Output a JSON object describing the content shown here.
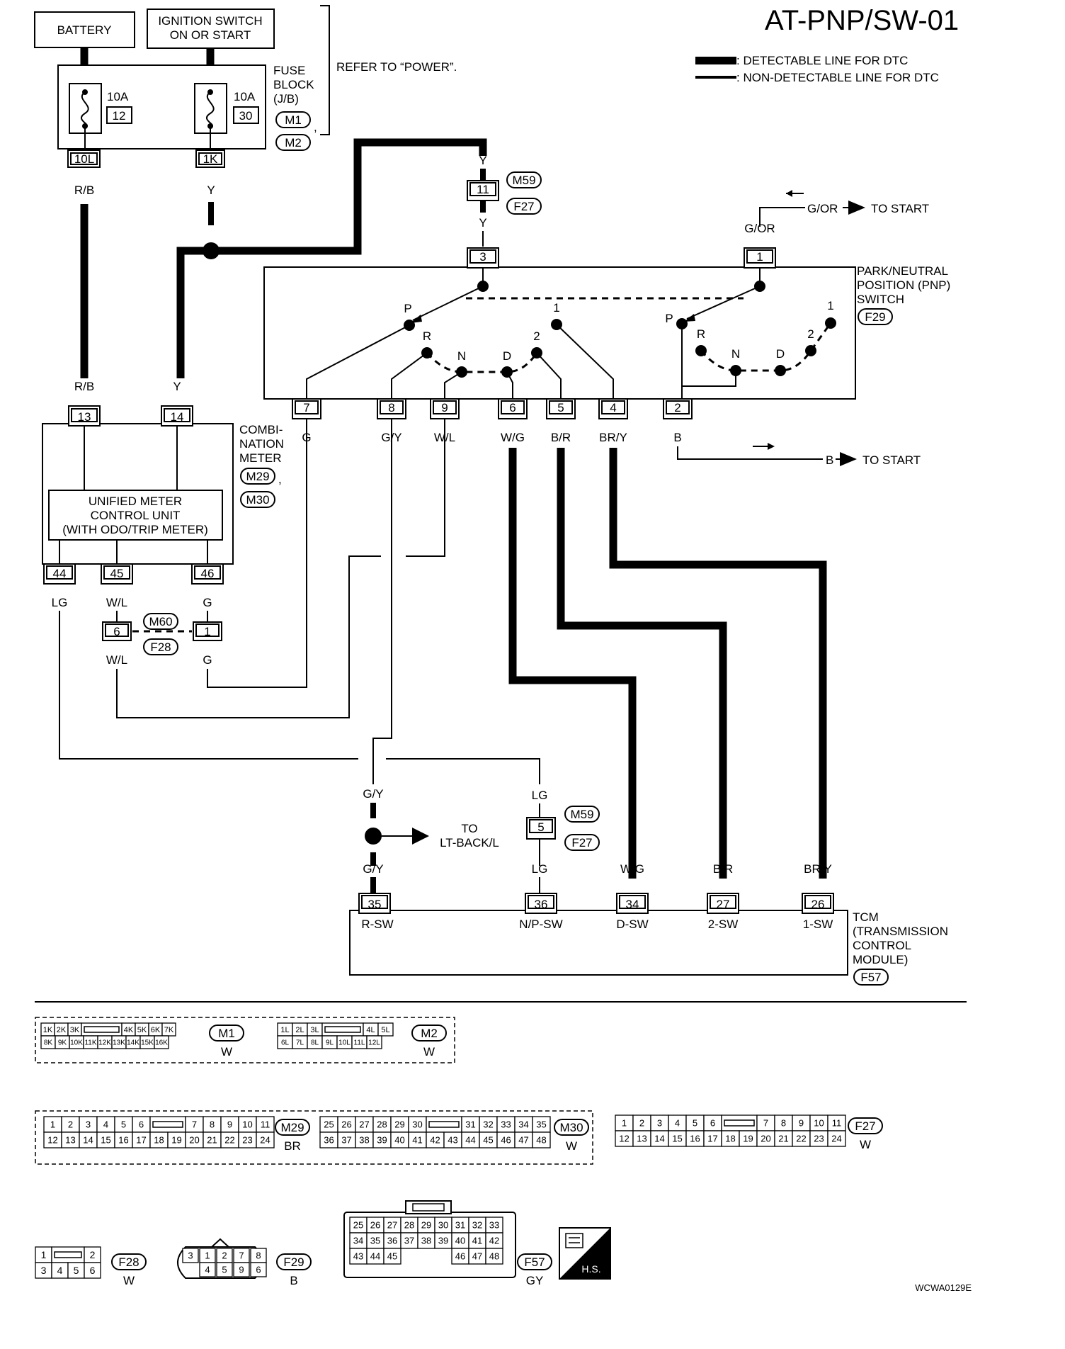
{
  "title": "AT-PNP/SW-01",
  "legend": {
    "detectable": ": DETECTABLE LINE FOR DTC",
    "non_detectable": ": NON-DETECTABLE LINE FOR DTC"
  },
  "power": {
    "battery": "BATTERY",
    "ignition_line1": "IGNITION SWITCH",
    "ignition_line2": "ON OR START",
    "refer": "REFER TO “POWER”.",
    "fuse_block_line1": "FUSE",
    "fuse_block_line2": "BLOCK",
    "fuse_block_line3": "(J/B)",
    "fuse_block_conn1": "M1",
    "fuse_block_conn2": "M2",
    "fuse_block_comma": ",",
    "fuse1_amp": "10A",
    "fuse1_num": "12",
    "fuse2_amp": "10A",
    "fuse2_num": "30",
    "term1": "10L",
    "term2": "1K",
    "wire1": "R/B",
    "wire2": "Y"
  },
  "joint_connector": {
    "wire_top": "Y",
    "pin": "11",
    "conn1": "M59",
    "conn2": "F27",
    "wire_bottom": "Y"
  },
  "to_start_top": {
    "wire": "G/OR",
    "label": "G/OR",
    "dest": "TO START"
  },
  "pnp_switch": {
    "name_line1": "PARK/NEUTRAL",
    "name_line2": "POSITION (PNP)",
    "name_line3": "SWITCH",
    "conn": "F29",
    "top_pins": [
      "3",
      "1"
    ],
    "bottom_pins": [
      "7",
      "8",
      "9",
      "6",
      "5",
      "4",
      "2"
    ],
    "bottom_wires": [
      "G",
      "G/Y",
      "W/L",
      "W/G",
      "B/R",
      "BR/Y",
      "B"
    ],
    "left_positions": [
      "P",
      "R",
      "N",
      "D",
      "2",
      "1"
    ],
    "right_positions": [
      "P",
      "R",
      "N",
      "D",
      "2",
      "1"
    ]
  },
  "to_start_bottom": {
    "label": "B",
    "dest": "TO START"
  },
  "combination_meter": {
    "name_line1": "COMBI-",
    "name_line2": "NATION",
    "name_line3": "METER",
    "conn1": "M29",
    "conn2": "M30",
    "comma": ",",
    "top_pins": [
      "13",
      "14"
    ],
    "top_wires": [
      "R/B",
      "Y"
    ],
    "unit_line1": "UNIFIED METER",
    "unit_line2": "CONTROL UNIT",
    "unit_line3": "(WITH ODO/TRIP METER)",
    "bottom_pins": [
      "44",
      "45",
      "46"
    ],
    "bottom_wires": [
      "LG",
      "W/L",
      "G"
    ]
  },
  "mid_connector": {
    "pin_left": "6",
    "pin_right": "1",
    "conn1": "M60",
    "conn2": "F28",
    "wire_left": "W/L",
    "wire_right": "G"
  },
  "back_lamp": {
    "wire_top": "G/Y",
    "wire_bottom": "G/Y",
    "dest_line1": "TO",
    "dest_line2": "LT-BACK/L"
  },
  "lg_connector": {
    "wire_top": "LG",
    "pin": "5",
    "conn1": "M59",
    "conn2": "F27",
    "wire_bottom": "LG"
  },
  "tcm": {
    "name_line1": "TCM",
    "name_line2": "(TRANSMISSION",
    "name_line3": "CONTROL",
    "name_line4": "MODULE)",
    "conn": "F57",
    "pins": [
      "35",
      "36",
      "34",
      "27",
      "26"
    ],
    "wires": [
      "G/Y",
      "LG",
      "W/G",
      "B/R",
      "BR/Y"
    ],
    "labels": [
      "R-SW",
      "N/P-SW",
      "D-SW",
      "2-SW",
      "1-SW"
    ]
  },
  "connectors": {
    "m1": {
      "name": "M1",
      "color": "W",
      "row1": [
        "1K",
        "2K",
        "3K",
        "",
        "4K",
        "5K",
        "6K",
        "7K"
      ],
      "row2": [
        "8K",
        "9K",
        "10K",
        "11K",
        "12K",
        "13K",
        "14K",
        "15K",
        "16K"
      ]
    },
    "m2": {
      "name": "M2",
      "color": "W",
      "row1": [
        "1L",
        "2L",
        "3L",
        "",
        "4L",
        "5L"
      ],
      "row2": [
        "6L",
        "7L",
        "8L",
        "9L",
        "10L",
        "11L",
        "12L"
      ]
    },
    "m29": {
      "name": "M29",
      "color": "BR",
      "row1": [
        "1",
        "2",
        "3",
        "4",
        "5",
        "6",
        "",
        "7",
        "8",
        "9",
        "10",
        "11"
      ],
      "row2": [
        "12",
        "13",
        "14",
        "15",
        "16",
        "17",
        "18",
        "19",
        "20",
        "21",
        "22",
        "23",
        "24"
      ]
    },
    "m30": {
      "name": "M30",
      "color": "W",
      "row1": [
        "25",
        "26",
        "27",
        "28",
        "29",
        "30",
        "",
        "31",
        "32",
        "33",
        "34",
        "35"
      ],
      "row2": [
        "36",
        "37",
        "38",
        "39",
        "40",
        "41",
        "42",
        "43",
        "44",
        "45",
        "46",
        "47",
        "48"
      ]
    },
    "f27": {
      "name": "F27",
      "color": "W",
      "row1": [
        "1",
        "2",
        "3",
        "4",
        "5",
        "6",
        "",
        "7",
        "8",
        "9",
        "10",
        "11"
      ],
      "row2": [
        "12",
        "13",
        "14",
        "15",
        "16",
        "17",
        "18",
        "19",
        "20",
        "21",
        "22",
        "23",
        "24"
      ]
    },
    "f28": {
      "name": "F28",
      "color": "W",
      "row1": [
        "1",
        "",
        "2"
      ],
      "row2": [
        "3",
        "4",
        "5",
        "6"
      ]
    },
    "f29": {
      "name": "F29",
      "color": "B",
      "row1": [
        "3",
        "1",
        "2",
        "7",
        "8"
      ],
      "row2": [
        "4",
        "5",
        "9",
        "6"
      ]
    },
    "f57": {
      "name": "F57",
      "color": "GY",
      "row1": [
        "25",
        "26",
        "27",
        "28",
        "29",
        "30",
        "31",
        "32",
        "33"
      ],
      "row2": [
        "34",
        "35",
        "36",
        "37",
        "38",
        "39",
        "40",
        "41",
        "42"
      ],
      "row3": [
        "43",
        "44",
        "45",
        "46",
        "47",
        "48"
      ]
    }
  },
  "hs_badge": "H.S.",
  "figure_code": "WCWA0129E"
}
